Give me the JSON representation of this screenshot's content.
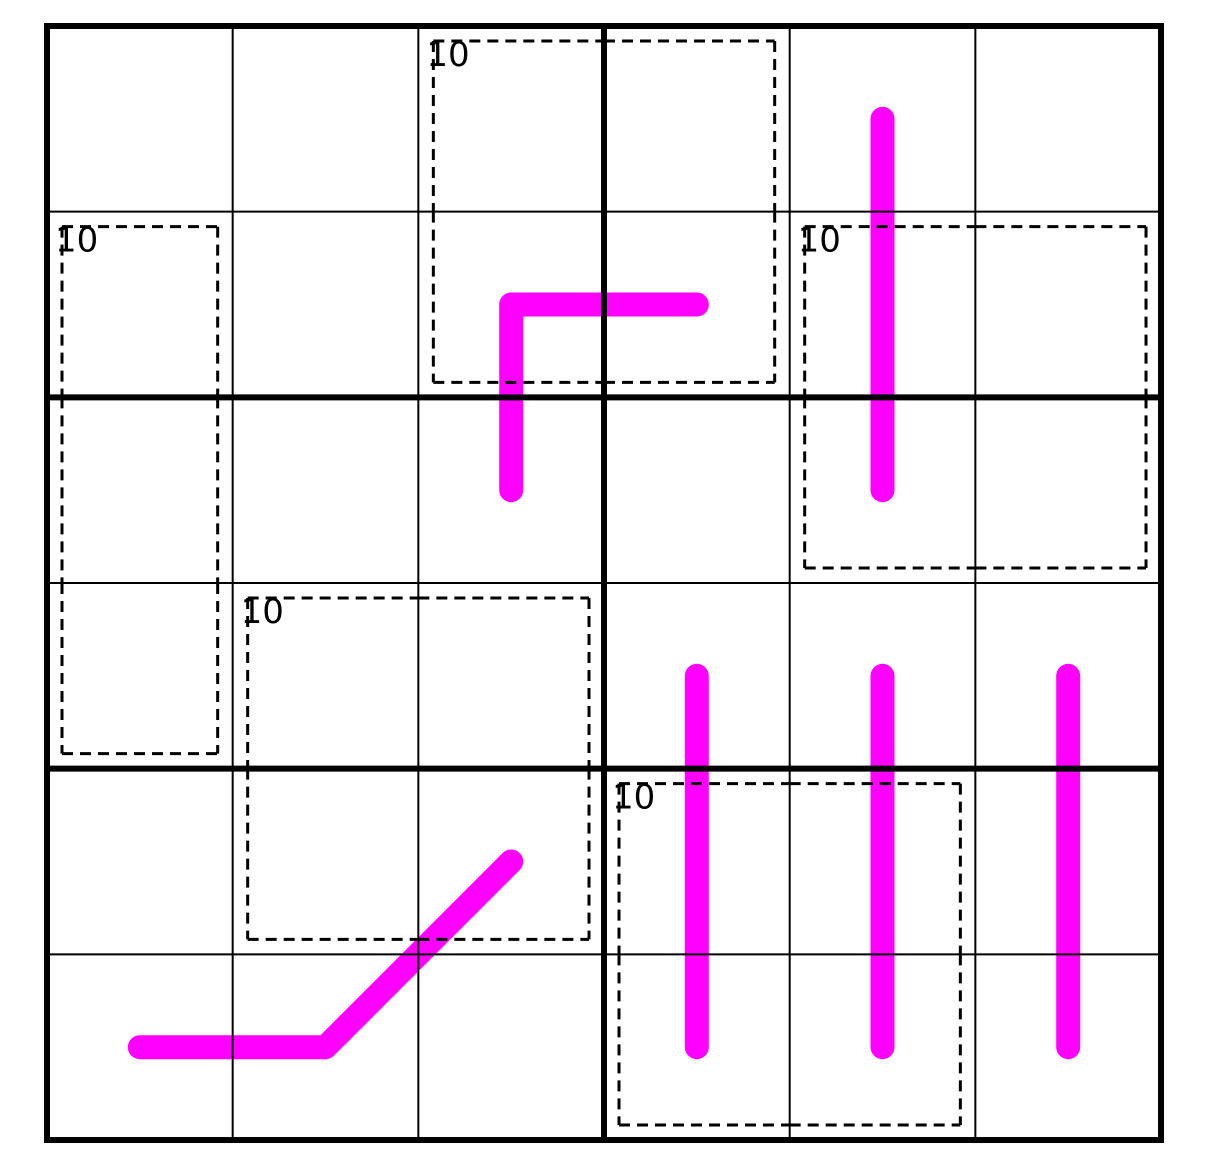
{
  "puzzle": {
    "rows": 6,
    "cols": 6,
    "box_rows": 2,
    "box_cols": 3,
    "colors": {
      "line": "#ff00ff",
      "grid": "#000000",
      "cage": "#000000",
      "background": "#ffffff"
    },
    "cages": [
      {
        "sum": "10",
        "cells": [
          [
            0,
            2
          ],
          [
            0,
            3
          ],
          [
            1,
            2
          ],
          [
            1,
            3
          ]
        ]
      },
      {
        "sum": "10",
        "cells": [
          [
            1,
            0
          ],
          [
            2,
            0
          ],
          [
            3,
            0
          ]
        ]
      },
      {
        "sum": "10",
        "cells": [
          [
            1,
            4
          ],
          [
            1,
            5
          ],
          [
            2,
            4
          ],
          [
            2,
            5
          ]
        ]
      },
      {
        "sum": "10",
        "cells": [
          [
            3,
            1
          ],
          [
            3,
            2
          ],
          [
            4,
            1
          ],
          [
            4,
            2
          ]
        ]
      },
      {
        "sum": "10",
        "cells": [
          [
            4,
            3
          ],
          [
            4,
            4
          ],
          [
            5,
            3
          ],
          [
            5,
            4
          ]
        ]
      }
    ],
    "lines": [
      {
        "cells": [
          [
            1,
            3
          ],
          [
            1,
            2
          ],
          [
            2,
            2
          ]
        ]
      },
      {
        "cells": [
          [
            0,
            4
          ],
          [
            1,
            4
          ],
          [
            2,
            4
          ]
        ]
      },
      {
        "cells": [
          [
            3,
            3
          ],
          [
            4,
            3
          ],
          [
            5,
            3
          ]
        ]
      },
      {
        "cells": [
          [
            3,
            4
          ],
          [
            4,
            4
          ],
          [
            5,
            4
          ]
        ]
      },
      {
        "cells": [
          [
            3,
            5
          ],
          [
            4,
            5
          ],
          [
            5,
            5
          ]
        ]
      },
      {
        "cells": [
          [
            4,
            2
          ],
          [
            5,
            1
          ],
          [
            5,
            0
          ]
        ]
      }
    ]
  }
}
